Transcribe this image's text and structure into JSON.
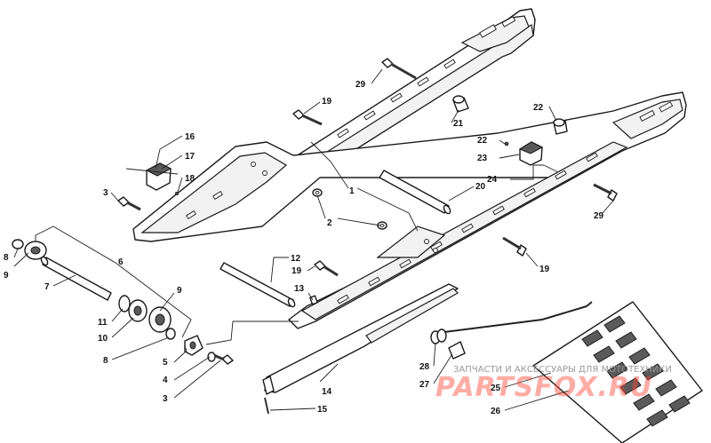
{
  "watermark": {
    "caption": "ЗАПЧАСТИ И АКСЕССУАРЫ ДЛЯ МОТОТЕХНИКИ",
    "logo": "PARTSFOX.RU"
  },
  "callouts": [
    {
      "id": "c1",
      "label": "1"
    },
    {
      "id": "c2",
      "label": "2"
    },
    {
      "id": "c3a",
      "label": "3"
    },
    {
      "id": "c3b",
      "label": "3"
    },
    {
      "id": "c4",
      "label": "4"
    },
    {
      "id": "c5",
      "label": "5"
    },
    {
      "id": "c6",
      "label": "6"
    },
    {
      "id": "c7",
      "label": "7"
    },
    {
      "id": "c8a",
      "label": "8"
    },
    {
      "id": "c8b",
      "label": "8"
    },
    {
      "id": "c9a",
      "label": "9"
    },
    {
      "id": "c9b",
      "label": "9"
    },
    {
      "id": "c10",
      "label": "10"
    },
    {
      "id": "c11",
      "label": "11"
    },
    {
      "id": "c12",
      "label": "12"
    },
    {
      "id": "c13",
      "label": "13"
    },
    {
      "id": "c14",
      "label": "14"
    },
    {
      "id": "c15",
      "label": "15"
    },
    {
      "id": "c16",
      "label": "16"
    },
    {
      "id": "c17",
      "label": "17"
    },
    {
      "id": "c18",
      "label": "18"
    },
    {
      "id": "c19a",
      "label": "19"
    },
    {
      "id": "c19b",
      "label": "19"
    },
    {
      "id": "c19c",
      "label": "19"
    },
    {
      "id": "c20",
      "label": "20"
    },
    {
      "id": "c21",
      "label": "21"
    },
    {
      "id": "c22a",
      "label": "22"
    },
    {
      "id": "c22b",
      "label": "22"
    },
    {
      "id": "c23",
      "label": "23"
    },
    {
      "id": "c24",
      "label": "24"
    },
    {
      "id": "c25",
      "label": "25"
    },
    {
      "id": "c26",
      "label": "26"
    },
    {
      "id": "c27",
      "label": "27"
    },
    {
      "id": "c28",
      "label": "28"
    },
    {
      "id": "c29a",
      "label": "29"
    },
    {
      "id": "c29b",
      "label": "29"
    }
  ]
}
